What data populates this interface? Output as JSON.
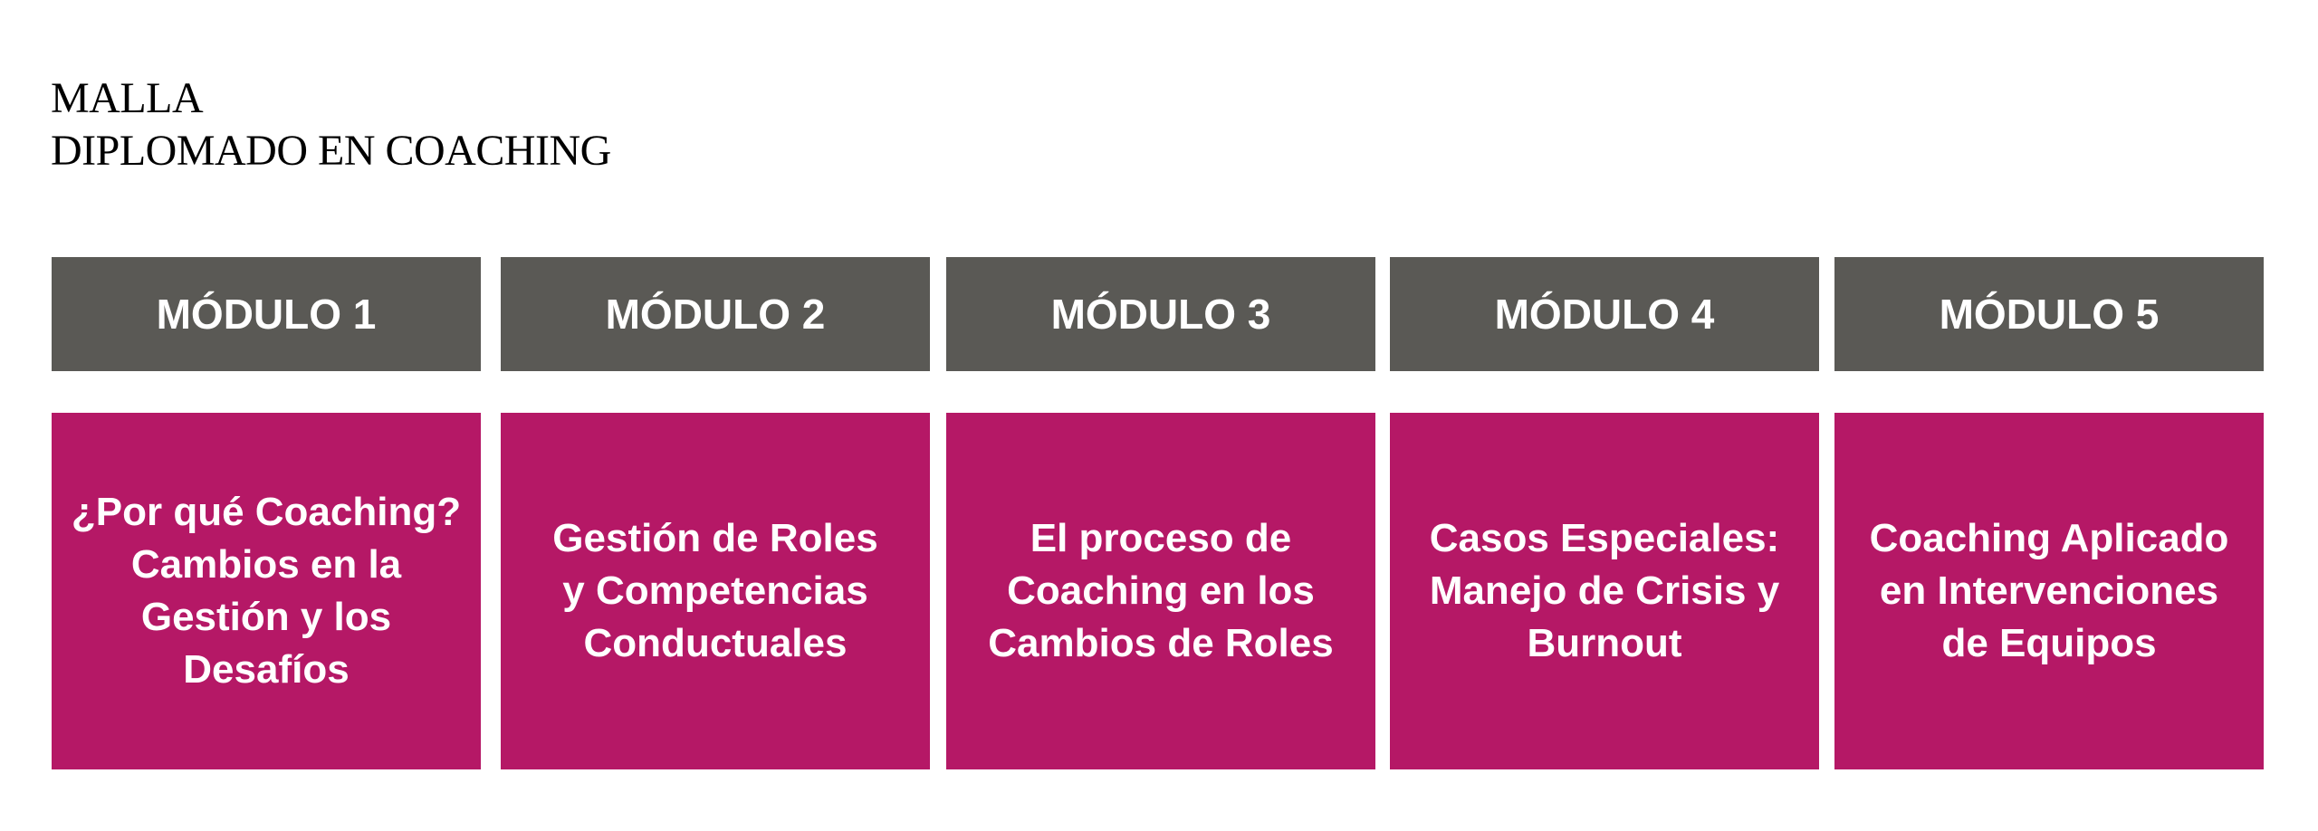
{
  "title": {
    "line1": "MALLA",
    "line2": "DIPLOMADO EN COACHING"
  },
  "colors": {
    "header_bg": "#5a5955",
    "body_bg": "#b51866",
    "text": "#ffffff"
  },
  "modules": [
    {
      "header": "MÓDULO 1",
      "lines": [
        "¿Por qué Coaching?",
        "Cambios en la",
        "Gestión y los",
        "Desafíos"
      ]
    },
    {
      "header": "MÓDULO 2",
      "lines": [
        "Gestión de Roles",
        "y Competencias",
        "Conductuales"
      ]
    },
    {
      "header": "MÓDULO 3",
      "lines": [
        "El proceso de",
        "Coaching en los",
        "Cambios de Roles"
      ]
    },
    {
      "header": "MÓDULO 4",
      "lines": [
        "Casos Especiales:",
        "Manejo de Crisis y",
        "Burnout"
      ]
    },
    {
      "header": "MÓDULO 5",
      "lines": [
        "Coaching Aplicado",
        "en Intervenciones",
        "de Equipos"
      ]
    }
  ]
}
